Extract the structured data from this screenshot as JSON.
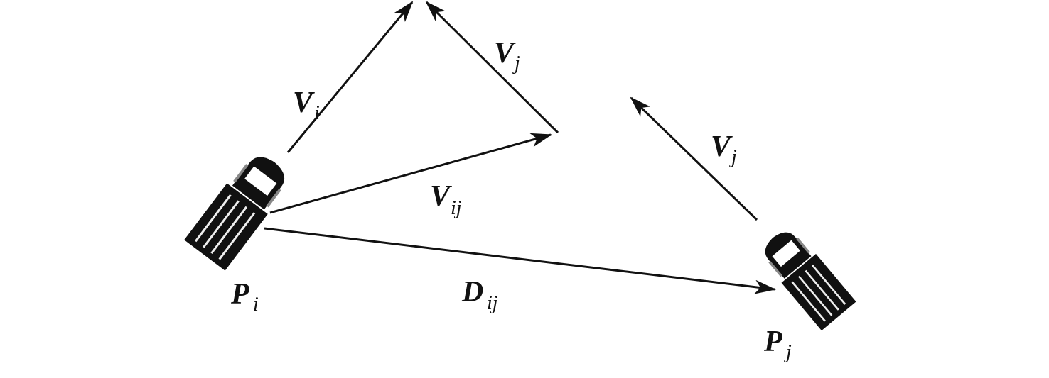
{
  "labels": {
    "vi": {
      "main": "V",
      "sub": "i"
    },
    "vj_top": {
      "main": "V",
      "sub": "j"
    },
    "vij": {
      "main": "V",
      "sub": "ij"
    },
    "dij": {
      "main": "D",
      "sub": "ij"
    },
    "vj_right": {
      "main": "V",
      "sub": "j"
    },
    "pi": {
      "main": "P",
      "sub": "i"
    },
    "pj": {
      "main": "P",
      "sub": "j"
    }
  },
  "colors": {
    "ink": "#111111",
    "background": "#ffffff"
  }
}
